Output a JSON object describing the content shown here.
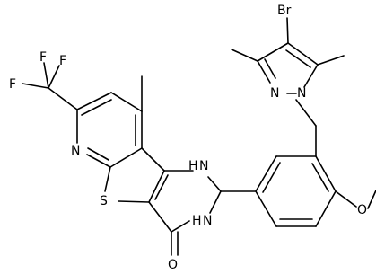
{
  "molecule": {
    "atom_labels": {
      "F1": "F",
      "F2": "F",
      "F3": "F",
      "N_pyridine": "N",
      "S_thiophene": "S",
      "NH_1": "H",
      "NH_1_N": "N",
      "NH_2": "H",
      "NH_2_N": "N",
      "O_carbonyl": "O",
      "O_methoxy": "O",
      "Br": "Br",
      "N_pyrazole_1": "N",
      "N_pyrazole_2": "N"
    },
    "bond_color": "#000000",
    "background": "#ffffff"
  }
}
